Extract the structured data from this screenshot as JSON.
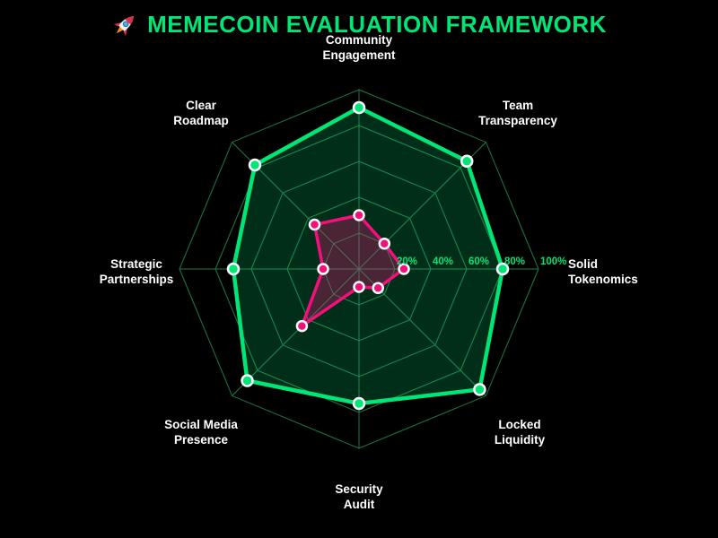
{
  "title": {
    "icon": "rocket",
    "text": "MEMECOIN EVALUATION FRAMEWORK"
  },
  "colors": {
    "background": "#000000",
    "title": "#00E676",
    "grid": "#1E7A48",
    "axis_label": "#FFFFFF",
    "tick_label": "#00E676",
    "marker_border": "#FFFFFF"
  },
  "chart_data": {
    "type": "radar",
    "title": "MEMECOIN EVALUATION FRAMEWORK",
    "grid_shape": "polygon",
    "rlim": [
      0,
      100
    ],
    "legend": "none",
    "tick_values": [
      20,
      40,
      60,
      80,
      100
    ],
    "ticks": [
      "20%",
      "40%",
      "60%",
      "80%",
      "100%"
    ],
    "categories": [
      [
        "Community",
        "Engagement"
      ],
      [
        "Team",
        "Transparency"
      ],
      [
        "Solid",
        "Tokenomics"
      ],
      [
        "Locked",
        "Liquidity"
      ],
      [
        "Security",
        "Audit"
      ],
      [
        "Social Media",
        "Presence"
      ],
      [
        "Strategic",
        "Partnerships"
      ],
      [
        "Clear",
        "Roadmap"
      ]
    ],
    "series": [
      {
        "color": "#00E676",
        "fill": "rgba(0,230,118,0.20)",
        "values": [
          90,
          85,
          80,
          95,
          75,
          88,
          70,
          82
        ]
      },
      {
        "color": "#F2107B",
        "fill": "rgba(242,16,123,0.30)",
        "values": [
          30,
          20,
          25,
          15,
          10,
          45,
          20,
          35
        ]
      }
    ]
  }
}
